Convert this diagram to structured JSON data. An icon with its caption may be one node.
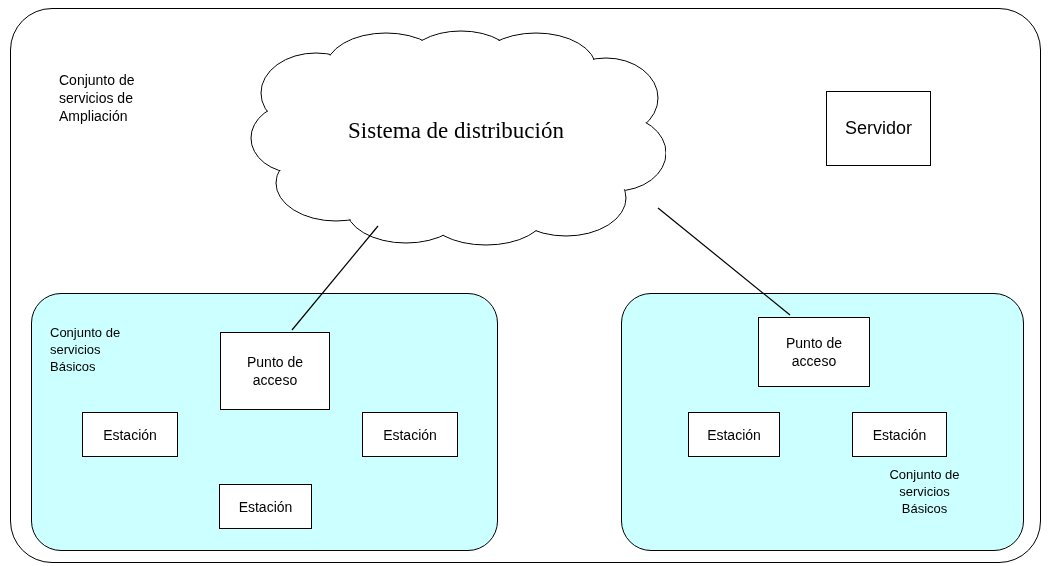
{
  "diagram": {
    "nodes": [
      {
        "text": [
          "Conjunto de servicios de Ampliación"
        ]
      },
      {
        "text": [
          "Sistema de distribución"
        ],
        "in": 0
      },
      {
        "text": [
          "Servidor"
        ],
        "in": 0
      },
      {
        "text": [
          "Conjunto de servicios Básicos"
        ],
        "in": 0
      },
      {
        "text": [
          "Punto de acceso"
        ],
        "in": 3
      },
      {
        "text": [
          "Estación"
        ],
        "in": 3
      },
      {
        "text": [
          "Estación"
        ],
        "in": 3
      },
      {
        "text": [
          "Estación"
        ],
        "in": 3
      },
      {
        "text": [
          "Conjunto de servicios Básicos"
        ],
        "in": 0
      },
      {
        "text": [
          "Punto de acceso"
        ],
        "in": 8
      },
      {
        "text": [
          "Estación"
        ],
        "in": 8
      },
      {
        "text": [
          "Estación"
        ],
        "in": 8
      }
    ],
    "edges": [
      {
        "from": 1,
        "to": 4,
        "arrow": "none"
      },
      {
        "from": 1,
        "to": 9,
        "arrow": "none"
      }
    ]
  }
}
